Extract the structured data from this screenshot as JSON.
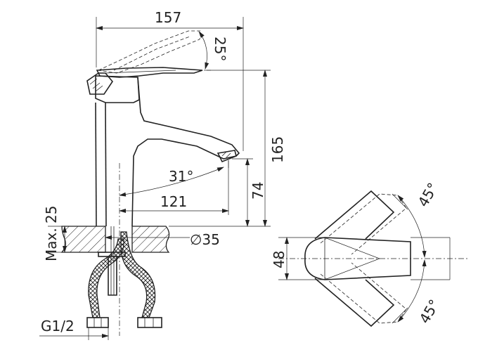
{
  "labels": {
    "overall_width": "157",
    "handle_angle": "25°",
    "height": "165",
    "spout_angle": "31°",
    "spout_height": "74",
    "spout_reach": "121",
    "max_thickness": "Max. 25",
    "hole_diameter": "∅35",
    "thread": "G1/2",
    "base_width": "48",
    "swivel_upper": "45°",
    "swivel_lower": "45°"
  }
}
